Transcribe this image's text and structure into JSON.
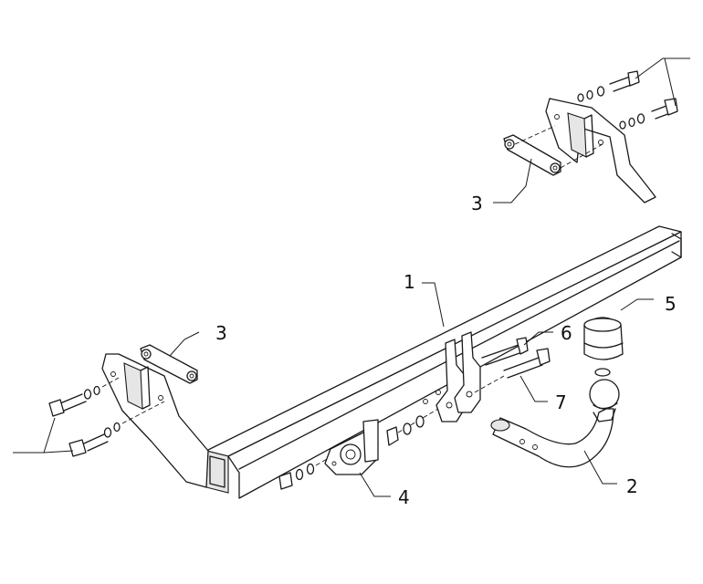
{
  "callouts": [
    {
      "id": "c1",
      "label": "1"
    },
    {
      "id": "c2",
      "label": "2"
    },
    {
      "id": "c3a",
      "label": "3"
    },
    {
      "id": "c3b",
      "label": "3"
    },
    {
      "id": "c4",
      "label": "4"
    },
    {
      "id": "c5",
      "label": "5"
    },
    {
      "id": "c6",
      "label": "6"
    },
    {
      "id": "c7",
      "label": "7"
    }
  ]
}
